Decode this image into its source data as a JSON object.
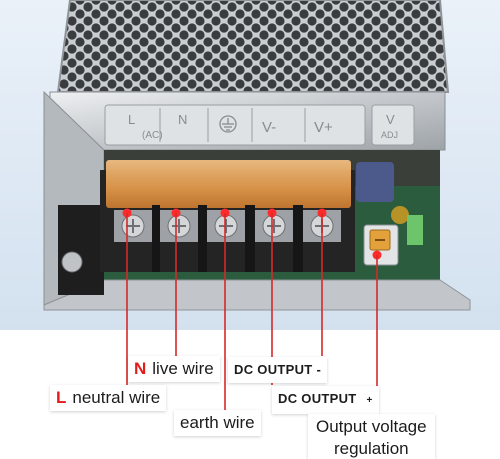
{
  "label_plate": {
    "l": "L",
    "n": "N",
    "ac": "(AC)",
    "v_minus": "V-",
    "v_plus": "V+",
    "v_adj_v": "V",
    "v_adj_sub": "ADJ"
  },
  "callouts": {
    "live_wire": {
      "marker": "N",
      "text": "live wire"
    },
    "neutral_wire": {
      "marker": "L",
      "text": "neutral wire"
    },
    "earth_wire": {
      "text": "earth wire"
    },
    "dc_output_minus": {
      "text": "DC OUTPUT -"
    },
    "dc_output_plus": {
      "text": "DC OUTPUT",
      "sign": "+"
    },
    "output_voltage": {
      "line1": "Output voltage",
      "line2": "regulation"
    }
  },
  "colors": {
    "leader_line": "#d42a2a",
    "marker_red": "#e31b1b",
    "terminal_cover": "#e9a154",
    "pcb_green": "#2f6a46",
    "terminal_block": "#242424",
    "background": "#dde8f4"
  }
}
